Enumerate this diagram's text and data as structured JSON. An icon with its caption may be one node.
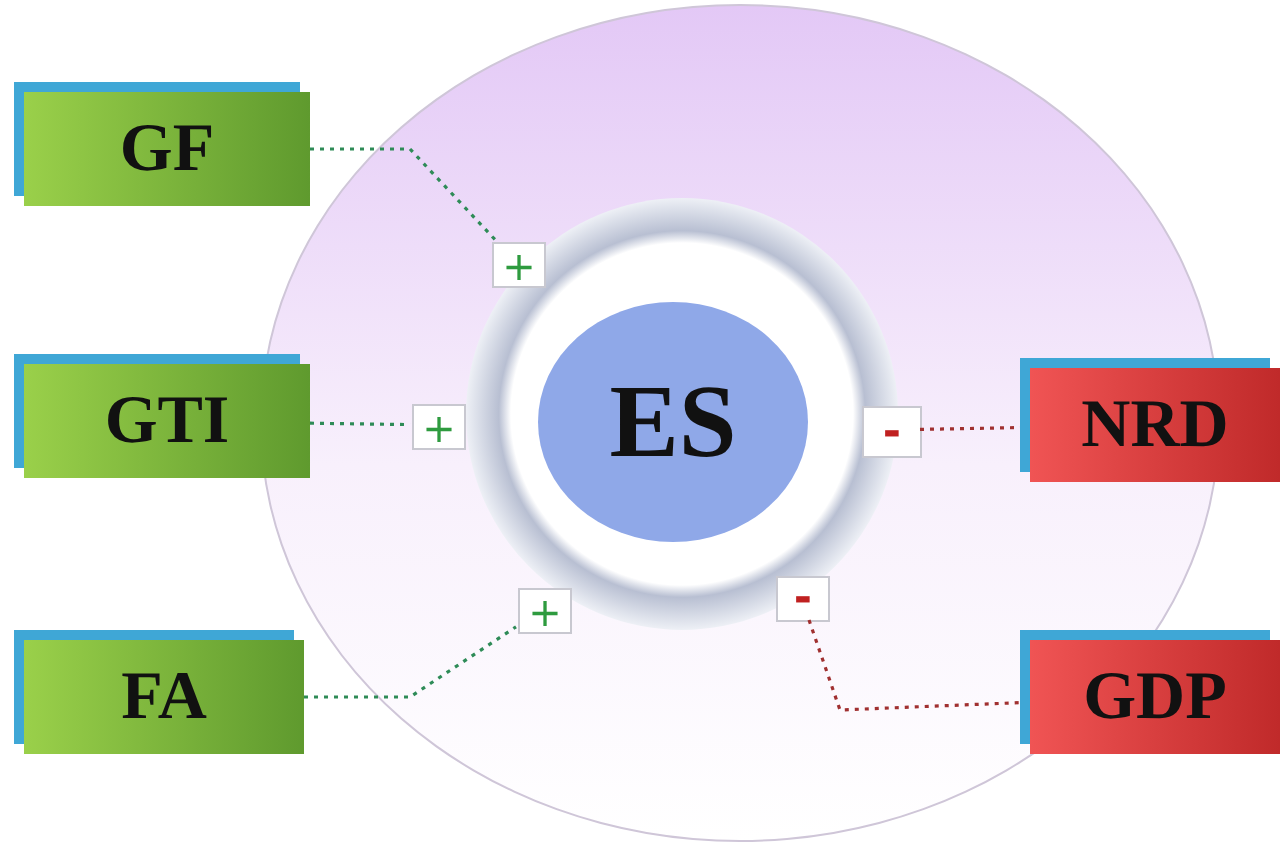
{
  "diagram": {
    "nodes": [
      {
        "text": [],
        "shape": "circle"
      },
      {
        "text": [],
        "shape": "circle",
        "in": 0
      },
      {
        "text": [
          "ES"
        ],
        "in": 1
      },
      {
        "text": [
          "GF"
        ]
      },
      {
        "text": [
          "GTI"
        ]
      },
      {
        "text": [
          "FA"
        ]
      },
      {
        "text": [
          "NRD"
        ]
      },
      {
        "text": [
          "GDP"
        ]
      },
      {
        "text": [
          "+"
        ],
        "in": 1
      },
      {
        "text": [
          "+"
        ],
        "in": 0
      },
      {
        "text": [
          "+"
        ],
        "in": 1
      },
      {
        "text": [
          "-"
        ],
        "in": 0
      },
      {
        "text": [
          "-"
        ],
        "in": 1
      }
    ],
    "edges": [
      {
        "from": 3,
        "to": 8,
        "arrow": "none",
        "style": "dashed",
        "color": "#2e8b57"
      },
      {
        "from": 4,
        "to": 9,
        "arrow": "none",
        "style": "dashed",
        "color": "#2e8b57"
      },
      {
        "from": 5,
        "to": 10,
        "arrow": "none",
        "style": "dashed",
        "color": "#2e8b57"
      },
      {
        "from": 11,
        "to": 6,
        "arrow": "none",
        "style": "dashed",
        "color": "#a03030"
      },
      {
        "from": 12,
        "to": 7,
        "arrow": "none",
        "style": "dashed",
        "color": "#a03030"
      }
    ]
  }
}
